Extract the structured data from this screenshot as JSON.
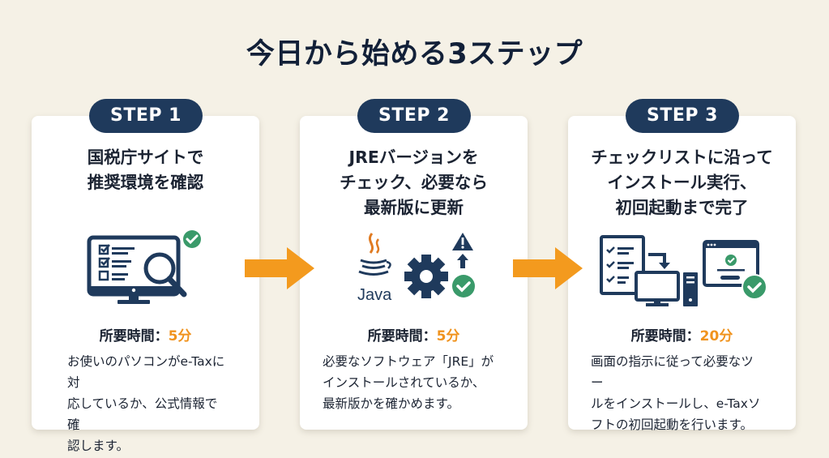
{
  "title": "今日から始める3ステップ",
  "colors": {
    "navy": "#1f3a5c",
    "orange": "#f0931e",
    "green": "#3a9a6a",
    "background": "#f5f1e6"
  },
  "steps": [
    {
      "badge": "STEP 1",
      "heading_lines": [
        "国税庁サイトで",
        "推奨環境を確認"
      ],
      "icon": "monitor-checklist-magnifier-icon",
      "time_label": "所要時間：",
      "time_value": "5分",
      "description_lines": [
        "お使いのパソコンがe-Taxに対",
        "応しているか、公式情報で確",
        "認します。"
      ]
    },
    {
      "badge": "STEP 2",
      "heading_lines": [
        "JREバージョンを",
        "チェック、必要なら",
        "最新版に更新"
      ],
      "icon": "java-gear-update-icon",
      "java_label": "Java",
      "time_label": "所要時間：",
      "time_value": "5分",
      "description_lines": [
        "必要なソフトウェア「JRE」が",
        "インストールされているか、",
        "最新版かを確かめます。"
      ]
    },
    {
      "badge": "STEP 3",
      "heading_lines": [
        "チェックリストに沿って",
        "インストール実行、",
        "初回起動まで完了"
      ],
      "icon": "checklist-install-computer-icon",
      "time_label": "所要時間：",
      "time_value": "20分",
      "description_lines": [
        "画面の指示に従って必要なツー",
        "ルをインストールし、e-Taxソ",
        "フトの初回起動を行います。"
      ]
    }
  ]
}
